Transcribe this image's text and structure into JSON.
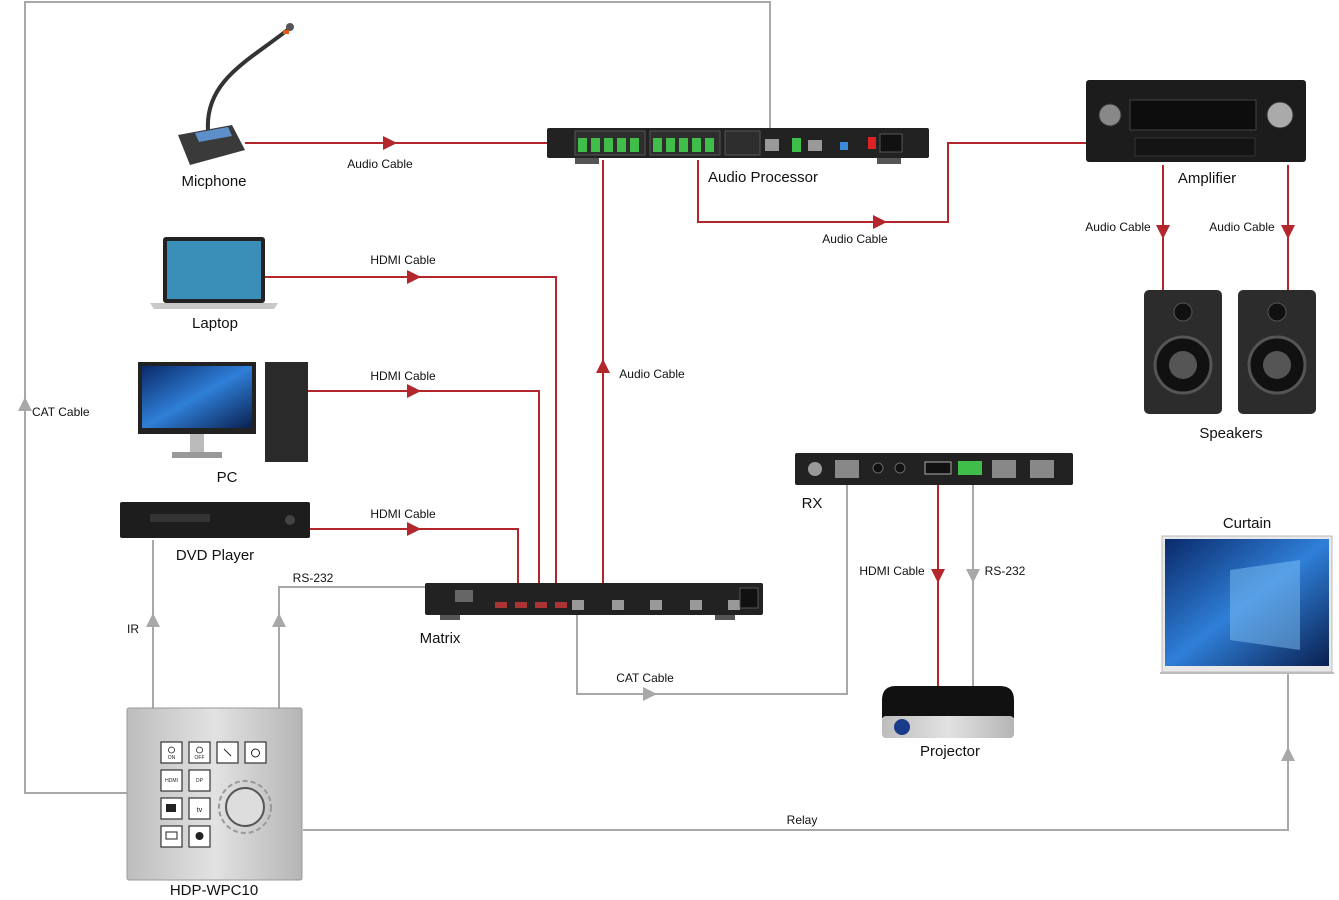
{
  "devices": {
    "microphone": "Micphone",
    "audio_processor": "Audio Processor",
    "amplifier": "Amplifier",
    "speakers": "Speakers",
    "laptop": "Laptop",
    "pc": "PC",
    "dvd_player": "DVD Player",
    "matrix": "Matrix",
    "rx": "RX",
    "curtain": "Curtain",
    "projector": "Projector",
    "wall_panel": "HDP-WPC10"
  },
  "connections": {
    "mic_to_processor": "Audio Cable",
    "processor_to_amp": "Audio Cable",
    "amp_to_speaker_left": "Audio Cable",
    "amp_to_speaker_right": "Audio Cable",
    "laptop_to_matrix": "HDMI Cable",
    "pc_to_matrix": "HDMI Cable",
    "dvd_to_matrix": "HDMI Cable",
    "matrix_to_processor": "Audio Cable",
    "panel_to_processor": "CAT Cable",
    "panel_to_dvd": "IR",
    "panel_to_matrix": "RS-232",
    "matrix_to_rx": "CAT Cable",
    "rx_to_projector_video": "HDMI Cable",
    "rx_to_projector_control": "RS-232",
    "panel_to_curtain": "Relay"
  },
  "panel_buttons": [
    "ON",
    "OFF",
    "HDMI",
    "DP",
    "tv"
  ],
  "colors": {
    "audio_hdmi_line": "#b3262c",
    "control_line": "#a8a8a8"
  }
}
